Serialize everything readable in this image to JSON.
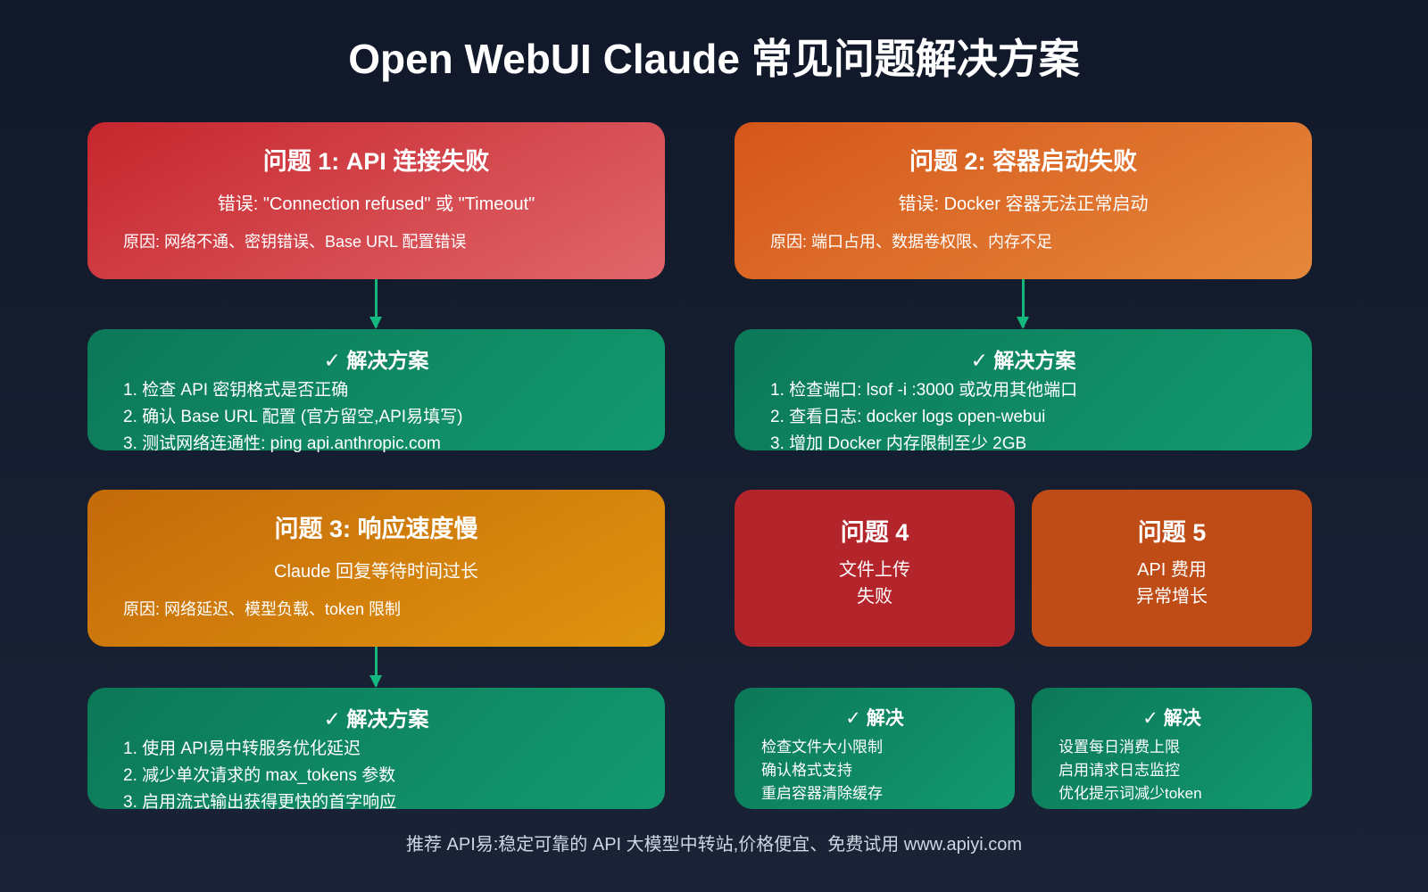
{
  "title": "Open WebUI Claude 常见问题解决方案",
  "problems": [
    {
      "heading": "问题 1: API 连接失败",
      "sub": "错误: \"Connection refused\" 或 \"Timeout\"",
      "cause": "原因: 网络不通、密钥错误、Base URL 配置错误",
      "color": "#c6262d"
    },
    {
      "heading": "问题 2: 容器启动失败",
      "sub": "错误: Docker 容器无法正常启动",
      "cause": "原因: 端口占用、数据卷权限、内存不足",
      "color": "#d6561a"
    },
    {
      "heading": "问题 3: 响应速度慢",
      "sub": "Claude 回复等待时间过长",
      "cause": "原因: 网络延迟、模型负载、token 限制",
      "color": "#c46a0a"
    },
    {
      "heading": "问题 4",
      "sub": [
        "文件上传",
        "失败"
      ],
      "color": "#b3242b"
    },
    {
      "heading": "问题 5",
      "sub": [
        "API 费用",
        "异常增长"
      ],
      "color": "#bf4c16"
    }
  ],
  "solutions": [
    {
      "heading": "✓ 解决方案",
      "items": [
        "1. 检查 API 密钥格式是否正确",
        "2. 确认 Base URL 配置 (官方留空,API易填写)",
        "3. 测试网络连通性: ping api.anthropic.com"
      ]
    },
    {
      "heading": "✓ 解决方案",
      "items": [
        "1. 检查端口: lsof -i :3000 或改用其他端口",
        "2. 查看日志: docker logs open-webui",
        "3. 增加 Docker 内存限制至少 2GB"
      ]
    },
    {
      "heading": "✓ 解决方案",
      "items": [
        "1. 使用 API易中转服务优化延迟",
        "2. 减少单次请求的 max_tokens 参数",
        "3. 启用流式输出获得更快的首字响应"
      ]
    },
    {
      "heading": "✓ 解决",
      "items": [
        "检查文件大小限制",
        "确认格式支持",
        "重启容器清除缓存"
      ]
    },
    {
      "heading": "✓ 解决",
      "items": [
        "设置每日消费上限",
        "启用请求日志监控",
        "优化提示词减少token"
      ]
    }
  ],
  "footer": "推荐 API易:稳定可靠的 API 大模型中转站,价格便宜、免费试用 www.apiyi.com"
}
